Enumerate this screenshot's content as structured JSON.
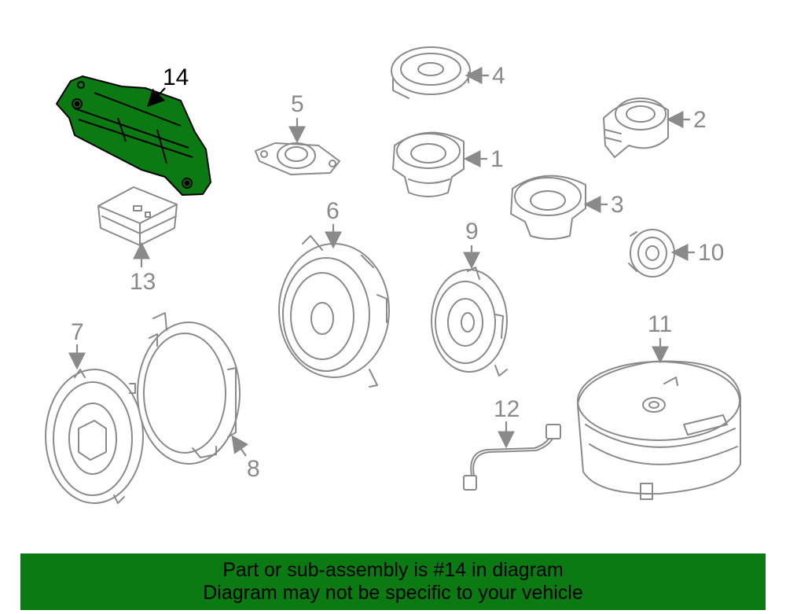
{
  "diagram": {
    "highlighted_part": "14",
    "highlight_color": "#0b7a12",
    "line_color": "#8a8a8a",
    "callouts": {
      "p1": "1",
      "p2": "2",
      "p3": "3",
      "p4": "4",
      "p5": "5",
      "p6": "6",
      "p7": "7",
      "p8": "8",
      "p9": "9",
      "p10": "10",
      "p11": "11",
      "p12": "12",
      "p13": "13",
      "p14": "14"
    }
  },
  "banner": {
    "line1": "Part or sub-assembly is #14 in diagram",
    "line2": "Diagram may not be specific to your vehicle",
    "background": "#0b7a12"
  }
}
